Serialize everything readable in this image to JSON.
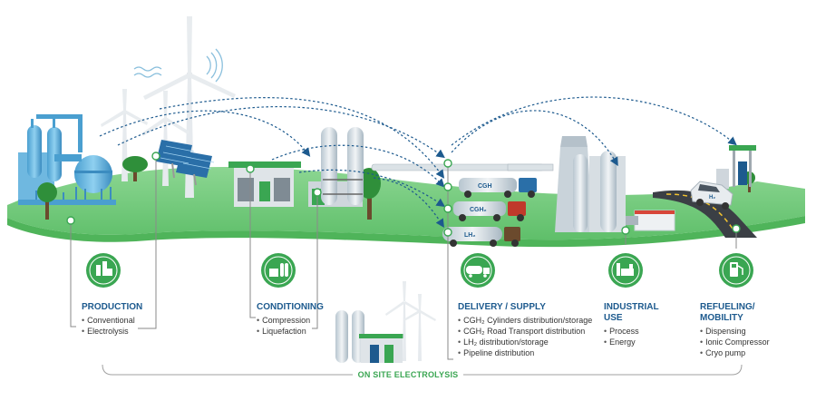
{
  "stages": [
    {
      "id": "production",
      "title": [
        "PRODUCTION"
      ],
      "items": [
        "Conventional",
        "Electrolysis"
      ]
    },
    {
      "id": "conditioning",
      "title": [
        "CONDITIONING"
      ],
      "items": [
        "Compression",
        "Liquefaction"
      ]
    },
    {
      "id": "delivery",
      "title": [
        "DELIVERY / SUPPLY"
      ],
      "items": [
        "CGH₂ Cylinders distribution/storage",
        "CGH₂ Road Transport distribution",
        "LH₂ distribution/storage",
        "Pipeline distribution"
      ]
    },
    {
      "id": "industrial",
      "title": [
        "INDUSTRIAL",
        "USE"
      ],
      "items": [
        "Process",
        "Energy"
      ]
    },
    {
      "id": "refueling",
      "title": [
        "REFUELING/",
        "MOBILITY"
      ],
      "items": [
        "Dispensing",
        "Ionic Compressor",
        "Cryo pump"
      ]
    }
  ],
  "truck_labels": [
    "CGH",
    "CGH₂",
    "LH₂"
  ],
  "car_label": "H₂",
  "bottom_label": "ON SITE ELECTROLYSIS",
  "colors": {
    "green": "#3aa652",
    "blue": "#1d5a8e",
    "ground": "#7fcf87",
    "dark_green": "#2f8f3a"
  }
}
